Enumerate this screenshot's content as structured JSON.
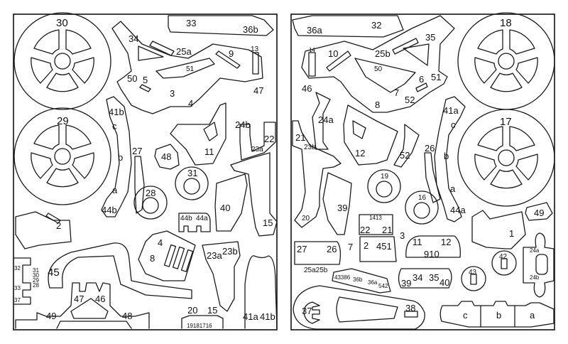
{
  "title": "Wooden model cut-out parts sheets",
  "colors": {
    "line": "#1a1a1a",
    "paper": "#ffffff"
  },
  "left_sheet": {
    "wheels": [
      "30",
      "29"
    ],
    "rings": [
      "31",
      "28"
    ],
    "labels": {
      "p34": "34",
      "p33": "33",
      "p36b": "36b",
      "p25a": "25a",
      "p9": "9",
      "p13": "13",
      "p51": "51",
      "p50": "50",
      "p5": "5",
      "p3": "3",
      "p4": "4",
      "p47": "47",
      "p41b": "41b",
      "c": "c",
      "b": "b",
      "a": "a",
      "p44b": "44b",
      "p27": "27",
      "p48": "48",
      "p11": "11",
      "p24b": "24b",
      "p22": "22",
      "p23a": "23a",
      "p40": "40",
      "p15": "15",
      "p44b_bar": "44b",
      "p44a_bar": "44a",
      "p2": "2",
      "p45": "45",
      "p4b": "4",
      "p8": "8",
      "p23a_b": "23a",
      "p23b": "23b",
      "p32": "32",
      "p31s": "31",
      "p30s": "30",
      "p29s": "29",
      "p28s": "28",
      "p33s": "33",
      "p37": "37",
      "p47b": "47",
      "p46": "46",
      "p49": "49",
      "p48b": "48",
      "p20": "20",
      "p15b": "15",
      "p19181716": "19181716",
      "p41a": "41a",
      "p41b_b": "41b"
    }
  },
  "right_sheet": {
    "wheels": [
      "18",
      "17"
    ],
    "rings": [
      "19",
      "16"
    ],
    "labels": {
      "p36a": "36a",
      "p32": "32",
      "p35": "35",
      "p25b": "25b",
      "p10": "10",
      "p14": "14",
      "p50": "50",
      "p6": "6",
      "p51": "51",
      "p7": "7",
      "p8": "8",
      "p52": "52",
      "p46": "46",
      "p24a": "24a",
      "p21": "21",
      "p23b": "23b",
      "p12": "12",
      "p52b": "52",
      "p26": "26",
      "p41a": "41a",
      "c": "c",
      "b": "b",
      "a": "a",
      "p44a": "44a",
      "p49": "49",
      "p1": "1",
      "p20": "20",
      "p39": "39",
      "p1413": "1413",
      "p22": "22",
      "p21b": "21",
      "p3": "3",
      "p7b": "7",
      "p2": "2",
      "p451": "451",
      "p11": "11",
      "p12b": "12",
      "p910": "910",
      "p27": "27",
      "p26b": "26",
      "p25a25b": "25a25b",
      "p43386": "43386",
      "p36b": "36b",
      "p36a_b": "36a",
      "p542": "542",
      "p39b": "39",
      "p34": "34",
      "p35b": "35",
      "p40": "40",
      "p42": "42",
      "p43": "43",
      "p24a_b": "24a",
      "p24b": "24b",
      "p37": "37",
      "p38": "38",
      "wc": "c",
      "wb": "b",
      "wa": "a"
    }
  }
}
